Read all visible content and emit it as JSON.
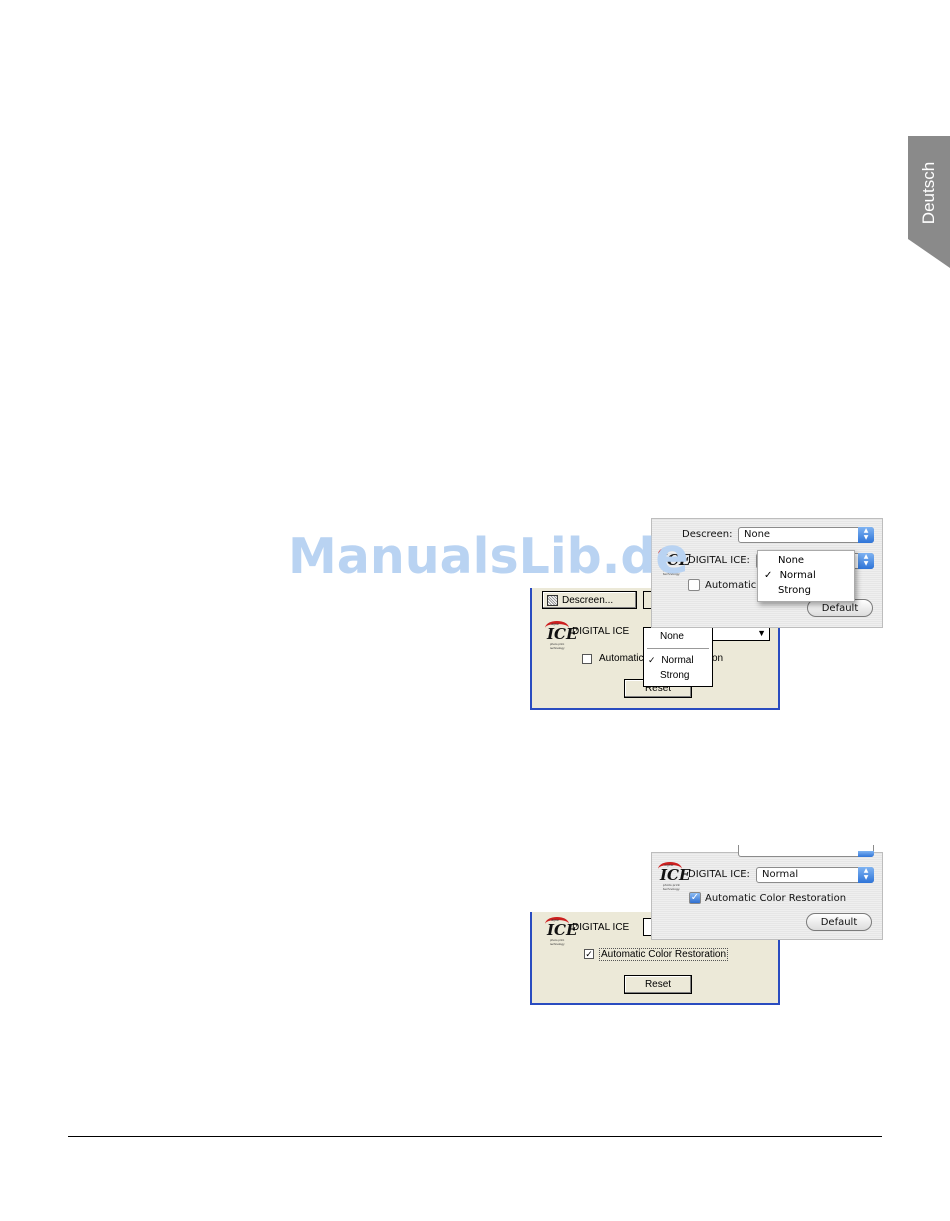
{
  "side_tab": {
    "label": "Deutsch"
  },
  "watermark": "ManualsLib.de",
  "figure1": {
    "mac": {
      "descreen_label": "Descreen:",
      "descreen_value": "None",
      "ice_label": "DIGITAL ICE:",
      "auto_label": "Automatic",
      "menu": [
        {
          "label": "None",
          "checked": false
        },
        {
          "label": "Normal",
          "checked": true
        },
        {
          "label": "Strong",
          "checked": false
        }
      ],
      "default_button": "Default",
      "checkmark": "✓"
    },
    "win": {
      "descreen_button": "Descreen...",
      "ice_label": "DIGITAL ICE",
      "auto_left": "Automatic",
      "auto_right": "on",
      "menu": [
        {
          "label": "None",
          "checked": false
        },
        {
          "label": "Normal",
          "checked": true
        },
        {
          "label": "Strong",
          "checked": false
        }
      ],
      "reset_button": "Reset",
      "checkmark": "✓",
      "dropdown_arrow": "▼"
    }
  },
  "figure2": {
    "mac": {
      "ice_label": "DIGITAL ICE:",
      "ice_value": "Normal",
      "auto_label": "Automatic Color Restoration",
      "default_button": "Default",
      "checkmark": "✓"
    },
    "win": {
      "ice_label": "DIGITAL ICE",
      "auto_label": "Automatic Color Restoration",
      "reset_button": "Reset",
      "checkmark": "✓"
    }
  },
  "ice_logo": {
    "top": "digital",
    "main": "ICE",
    "line1": "photo print",
    "line2": "technology"
  },
  "colors": {
    "win_frame": "#2a4cc0",
    "win_face": "#ece9d8",
    "mac_accent": "#2f74d8",
    "side_tab": "#8a8a8a",
    "watermark": "#b9d3f2"
  }
}
